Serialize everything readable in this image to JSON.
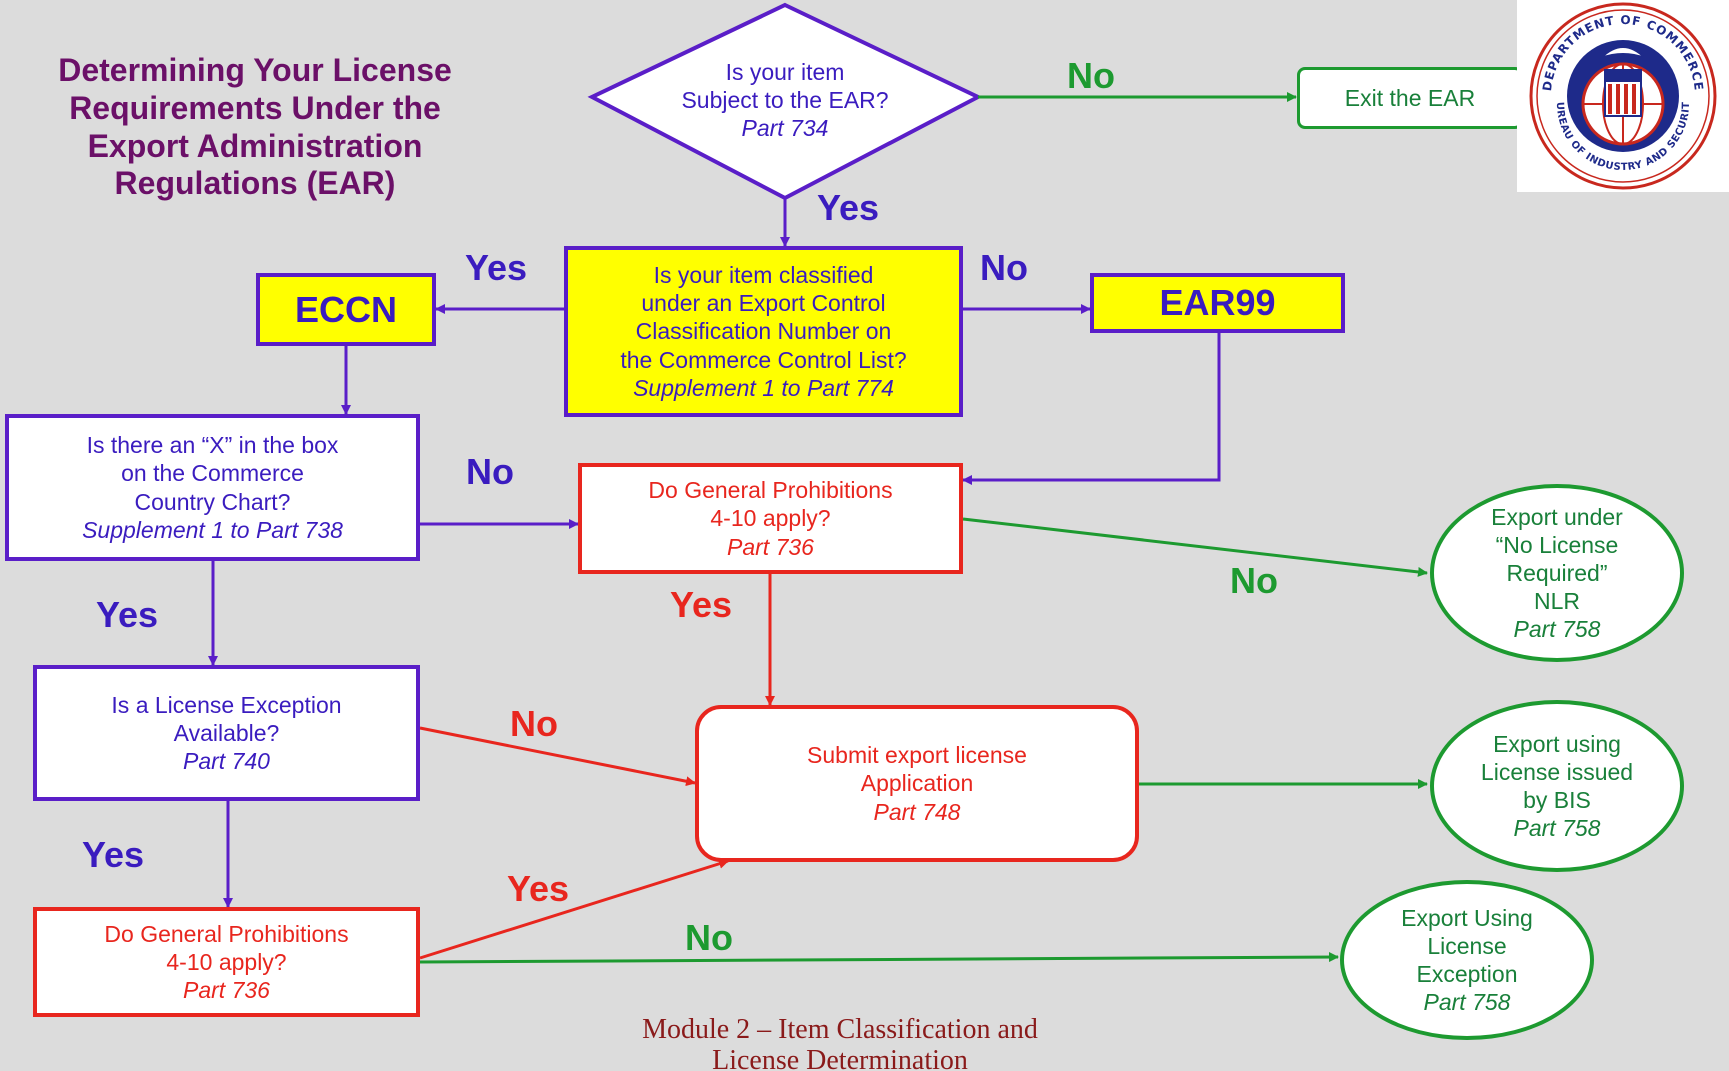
{
  "title": {
    "lines": [
      "Determining Your License",
      "Requirements Under the",
      "Export Administration",
      "Regulations (EAR)"
    ]
  },
  "nodes": {
    "subject_to_ear": {
      "lines": [
        "Is your item",
        "Subject to the EAR?"
      ],
      "ref": "Part 734"
    },
    "exit_ear": {
      "text": "Exit the EAR"
    },
    "classified": {
      "lines": [
        "Is your item classified",
        "under an Export Control",
        "Classification Number on",
        "the Commerce Control List?"
      ],
      "ref": "Supplement 1 to Part 774"
    },
    "eccn": {
      "text": "ECCN"
    },
    "ear99": {
      "text": "EAR99"
    },
    "country_chart": {
      "lines": [
        "Is there an “X” in the box",
        "on the Commerce",
        "Country Chart?"
      ],
      "ref": "Supplement 1 to Part 738"
    },
    "gp_upper": {
      "lines": [
        "Do General Prohibitions",
        "4-10 apply?"
      ],
      "ref": "Part 736"
    },
    "license_exception": {
      "lines": [
        "Is a License Exception",
        "Available?"
      ],
      "ref": "Part 740"
    },
    "gp_lower": {
      "lines": [
        "Do General Prohibitions",
        "4-10 apply?"
      ],
      "ref": "Part 736"
    },
    "submit_application": {
      "lines": [
        "Submit export license",
        "Application"
      ],
      "ref": "Part 748"
    },
    "nlr": {
      "lines": [
        "Export under",
        "“No License",
        "Required”",
        "NLR"
      ],
      "ref": "Part 758"
    },
    "license_bis": {
      "lines": [
        "Export using",
        "License issued",
        "by BIS"
      ],
      "ref": "Part 758"
    },
    "license_exception_export": {
      "lines": [
        "Export Using",
        "License",
        "Exception"
      ],
      "ref": "Part 758"
    }
  },
  "edge_labels": {
    "subject_no": "No",
    "subject_yes": "Yes",
    "classified_yes": "Yes",
    "classified_no": "No",
    "chart_no": "No",
    "chart_yes": "Yes",
    "gp_upper_no": "No",
    "gp_upper_yes": "Yes",
    "exception_no": "No",
    "exception_yes": "Yes",
    "gp_lower_yes": "Yes",
    "gp_lower_no": "No"
  },
  "footer": {
    "lines": [
      "Module 2 – Item Classification and",
      "License Determination"
    ]
  },
  "seal": {
    "top_text": "DEPARTMENT OF COMMERCE",
    "bottom_text": "BUREAU OF INDUSTRY AND SECURITY"
  },
  "colors": {
    "background": "#dcdcdc",
    "title": "#6b1068",
    "blue": "#3a1cbf",
    "border_blue": "#5a1ec8",
    "red": "#e8261e",
    "green": "#1d9a30",
    "yellow": "#ffff00",
    "footer": "#8a1a1a"
  }
}
